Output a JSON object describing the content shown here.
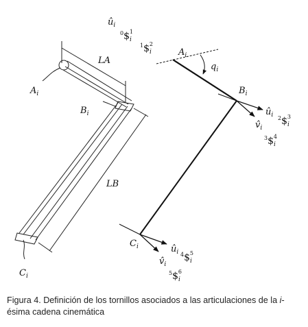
{
  "figure": {
    "labels": {
      "LA": "LA",
      "LB": "LB",
      "A": "A",
      "B": "B",
      "C": "C",
      "q": "q",
      "i": "i",
      "u_hat": "û",
      "v_hat": "v̂",
      "screw": "$",
      "s0": "0",
      "s1": "1",
      "s2": "2",
      "s3": "3",
      "s4": "4",
      "s5": "5",
      "s6": "6"
    }
  },
  "caption": {
    "prefix": "Figura 4. Definición de los tornillos asociados a las articulaciones de la ",
    "italic": "i",
    "suffix": "-ésima cadena cinemática"
  }
}
